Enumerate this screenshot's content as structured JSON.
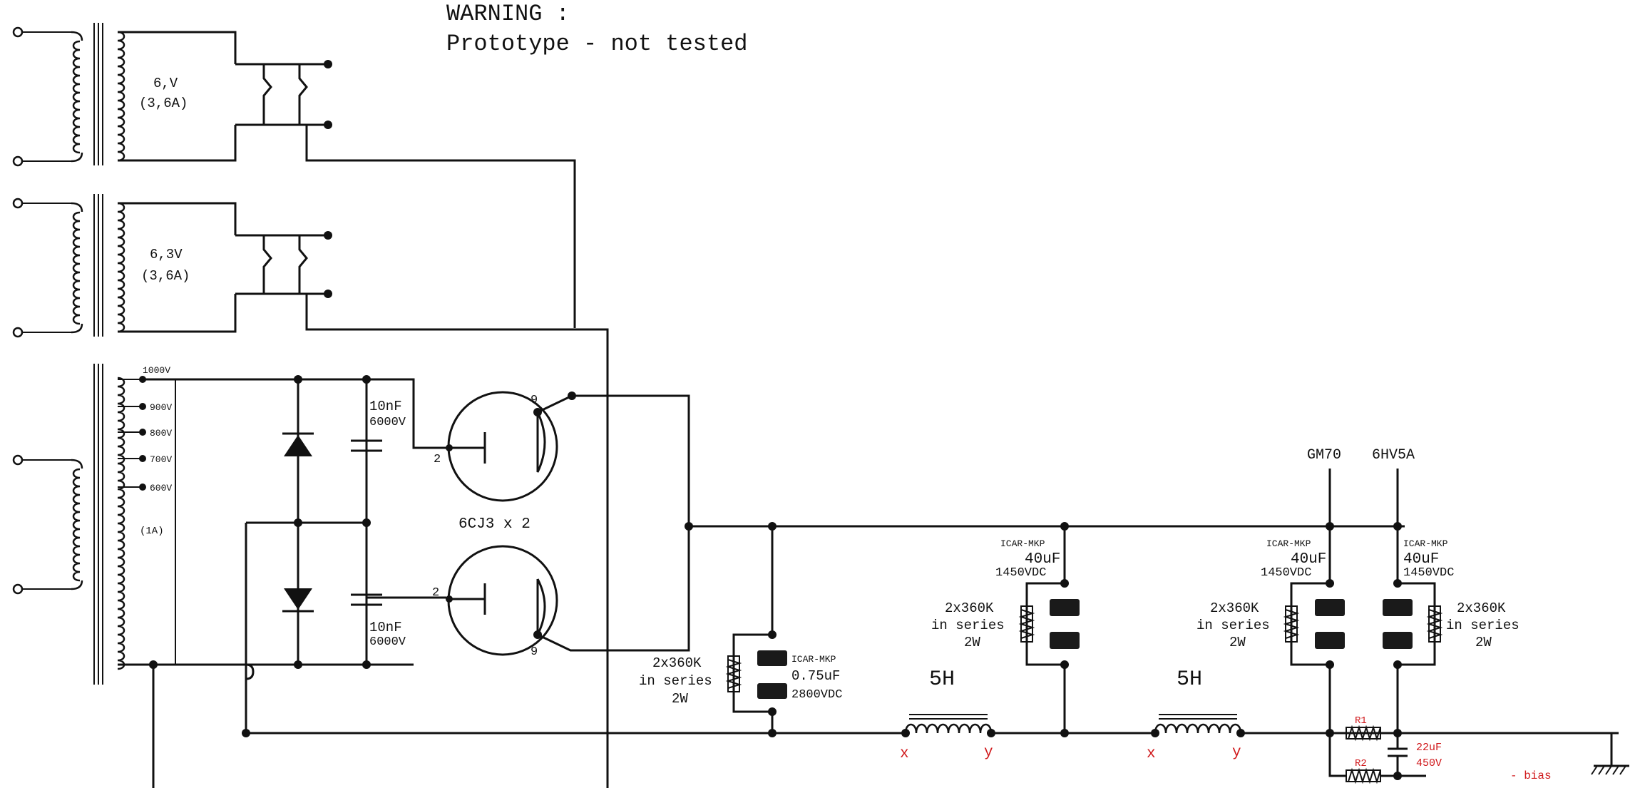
{
  "warning": {
    "line1": "WARNING :",
    "line2": "Prototype - not tested"
  },
  "transformers": {
    "t1": {
      "voltage": "6,V",
      "current": "(3,6A)"
    },
    "t2": {
      "voltage": "6,3V",
      "current": "(3,6A)"
    },
    "t3": {
      "taps": [
        "1000V",
        "900V",
        "800V",
        "700V",
        "600V"
      ],
      "current": "(1A)"
    }
  },
  "rectifier": {
    "cap_top": {
      "value": "10nF",
      "rating": "6000V"
    },
    "cap_bottom": {
      "value": "10nF",
      "rating": "6000V"
    },
    "tube_label": "6CJ3 x 2",
    "pins": {
      "t1_grid": "2",
      "t1_plate": "9",
      "t2_grid": "2",
      "t2_plate": "9"
    }
  },
  "filter": {
    "bleeder": {
      "value": "2x360K",
      "desc": "in series",
      "power": "2W"
    },
    "cap1": {
      "type": "ICAR-MKP",
      "value": "0.75uF",
      "rating": "2800VDC"
    },
    "choke1": {
      "value": "5H",
      "x": "x",
      "y": "y"
    },
    "cap2": {
      "type": "ICAR-MKP",
      "value": "40uF",
      "rating": "1450VDC"
    },
    "bleeder2": {
      "value": "2x360K",
      "desc": "in series",
      "power": "2W"
    },
    "choke2": {
      "value": "5H",
      "x": "x",
      "y": "y"
    },
    "bleeder3": {
      "value": "2x360K",
      "desc": "in series",
      "power": "2W"
    },
    "cap3": {
      "type": "ICAR-MKP",
      "value": "40uF",
      "rating": "1450VDC"
    },
    "cap4": {
      "type": "ICAR-MKP",
      "value": "40uF",
      "rating": "1450VDC"
    },
    "bleeder4": {
      "value": "2x360K",
      "desc": "in series",
      "power": "2W"
    },
    "outputs": [
      "GM70",
      "6HV5A"
    ]
  },
  "bias": {
    "r1": "R1",
    "r2": "R2",
    "cap": {
      "value": "22uF",
      "rating": "450V"
    },
    "label": "- bias"
  },
  "colors": {
    "ink": "#111111",
    "annotation": "#d0181b"
  }
}
